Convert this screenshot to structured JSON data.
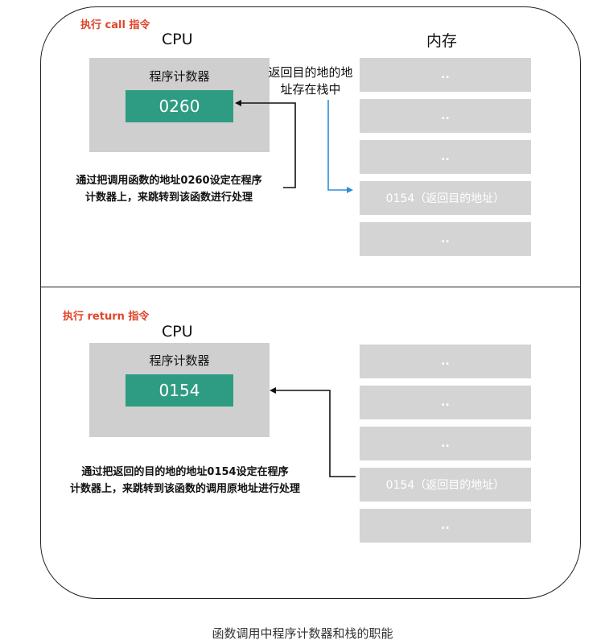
{
  "top": {
    "instruction": "执行 call 指令",
    "cpu_label": "CPU",
    "pc_label": "程序计数器",
    "pc_value": "0260",
    "memory_title": "内存",
    "return_note_line1": "返回目的地的地",
    "return_note_line2": "址存在栈中",
    "explain_line1": "通过把调用函数的地址0260设定在程序",
    "explain_line2": "计数器上，来跳转到该函数进行处理",
    "memory_cells": [
      "..",
      "..",
      "..",
      "0154（返回目的地址）",
      ".."
    ]
  },
  "bottom": {
    "instruction": "执行 return 指令",
    "cpu_label": "CPU",
    "pc_label": "程序计数器",
    "pc_value": "0154",
    "explain_line1": "通过把返回的目的地的地址0154设定在程序",
    "explain_line2": "计数器上，来跳转到该函数的调用原地址进行处理",
    "memory_cells": [
      "..",
      "..",
      "..",
      "0154（返回目的地址）",
      ".."
    ]
  },
  "caption": "函数调用中程序计数器和栈的职能",
  "colors": {
    "instruction": "#e0452b",
    "pc_value_bg": "#2e9c83",
    "box_gray": "#cfcfcf",
    "memory_gray": "#d4d4d4",
    "blue_arrow": "#2b8fd8"
  }
}
